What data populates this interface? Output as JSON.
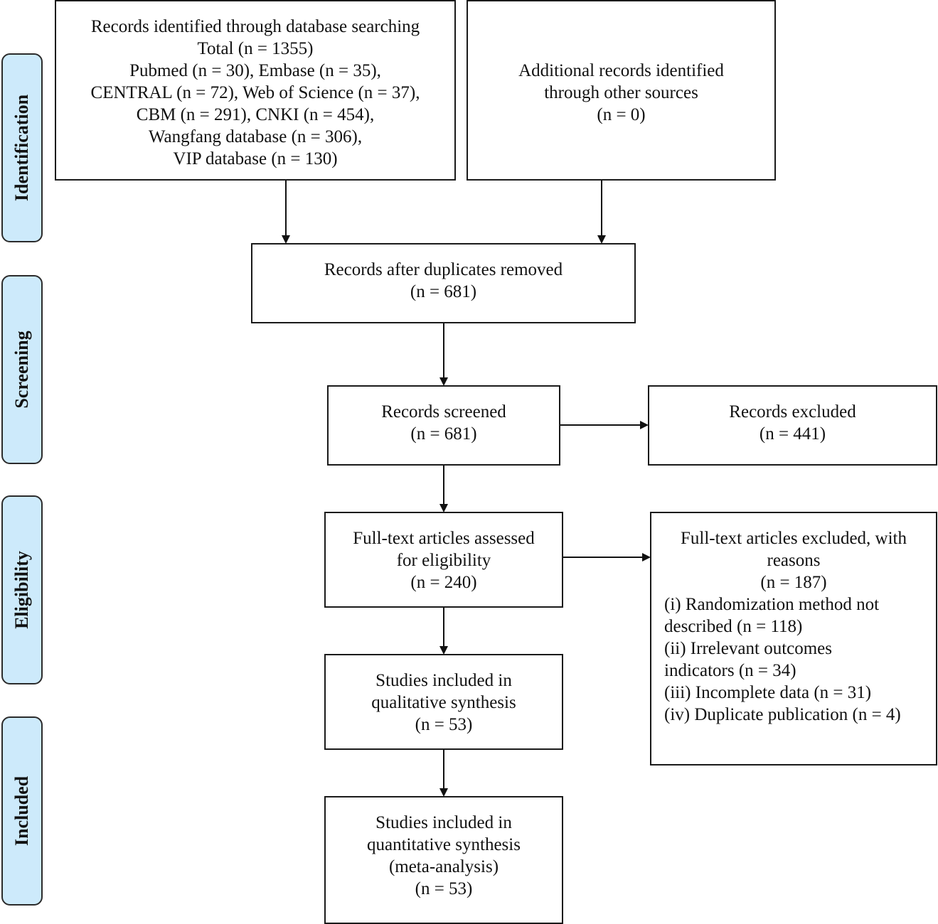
{
  "stages": {
    "identification": "Identification",
    "screening": "Screening",
    "eligibility": "Eligibility",
    "included": "Included"
  },
  "boxes": {
    "database_search": {
      "lines": [
        "Records identified through database searching",
        "Total (n = 1355)",
        "Pubmed (n = 30), Embase (n = 35),",
        "CENTRAL (n = 72), Web of Science (n = 37),",
        "CBM (n = 291), CNKI (n = 454),",
        "Wangfang database (n = 306),",
        "VIP database (n = 130)"
      ]
    },
    "other_sources": {
      "lines": [
        "Additional records identified",
        "through other sources",
        "(n =  0)"
      ]
    },
    "duplicates_removed": {
      "lines": [
        "Records after duplicates removed",
        "(n = 681)"
      ]
    },
    "screened": {
      "lines": [
        "Records screened",
        "(n = 681)"
      ]
    },
    "excluded": {
      "lines": [
        "Records excluded",
        "(n = 441)"
      ]
    },
    "fulltext_assessed": {
      "lines": [
        "Full-text articles assessed",
        "for eligibility",
        "(n = 240)"
      ]
    },
    "fulltext_excluded": {
      "header": [
        "Full-text articles excluded, with",
        "reasons",
        "(n = 187)"
      ],
      "reasons": [
        "(i) Randomization method not",
        "described (n = 118)",
        "(ii) Irrelevant outcomes",
        "indicators (n = 34)",
        "(iii) Incomplete data (n = 31)",
        "(iv) Duplicate publication (n = 4)"
      ]
    },
    "qualitative": {
      "lines": [
        "Studies included in",
        "qualitative synthesis",
        "(n = 53)"
      ]
    },
    "quantitative": {
      "lines": [
        "Studies included in",
        "quantitative synthesis",
        "(meta-analysis)",
        "(n = 53)"
      ]
    }
  }
}
